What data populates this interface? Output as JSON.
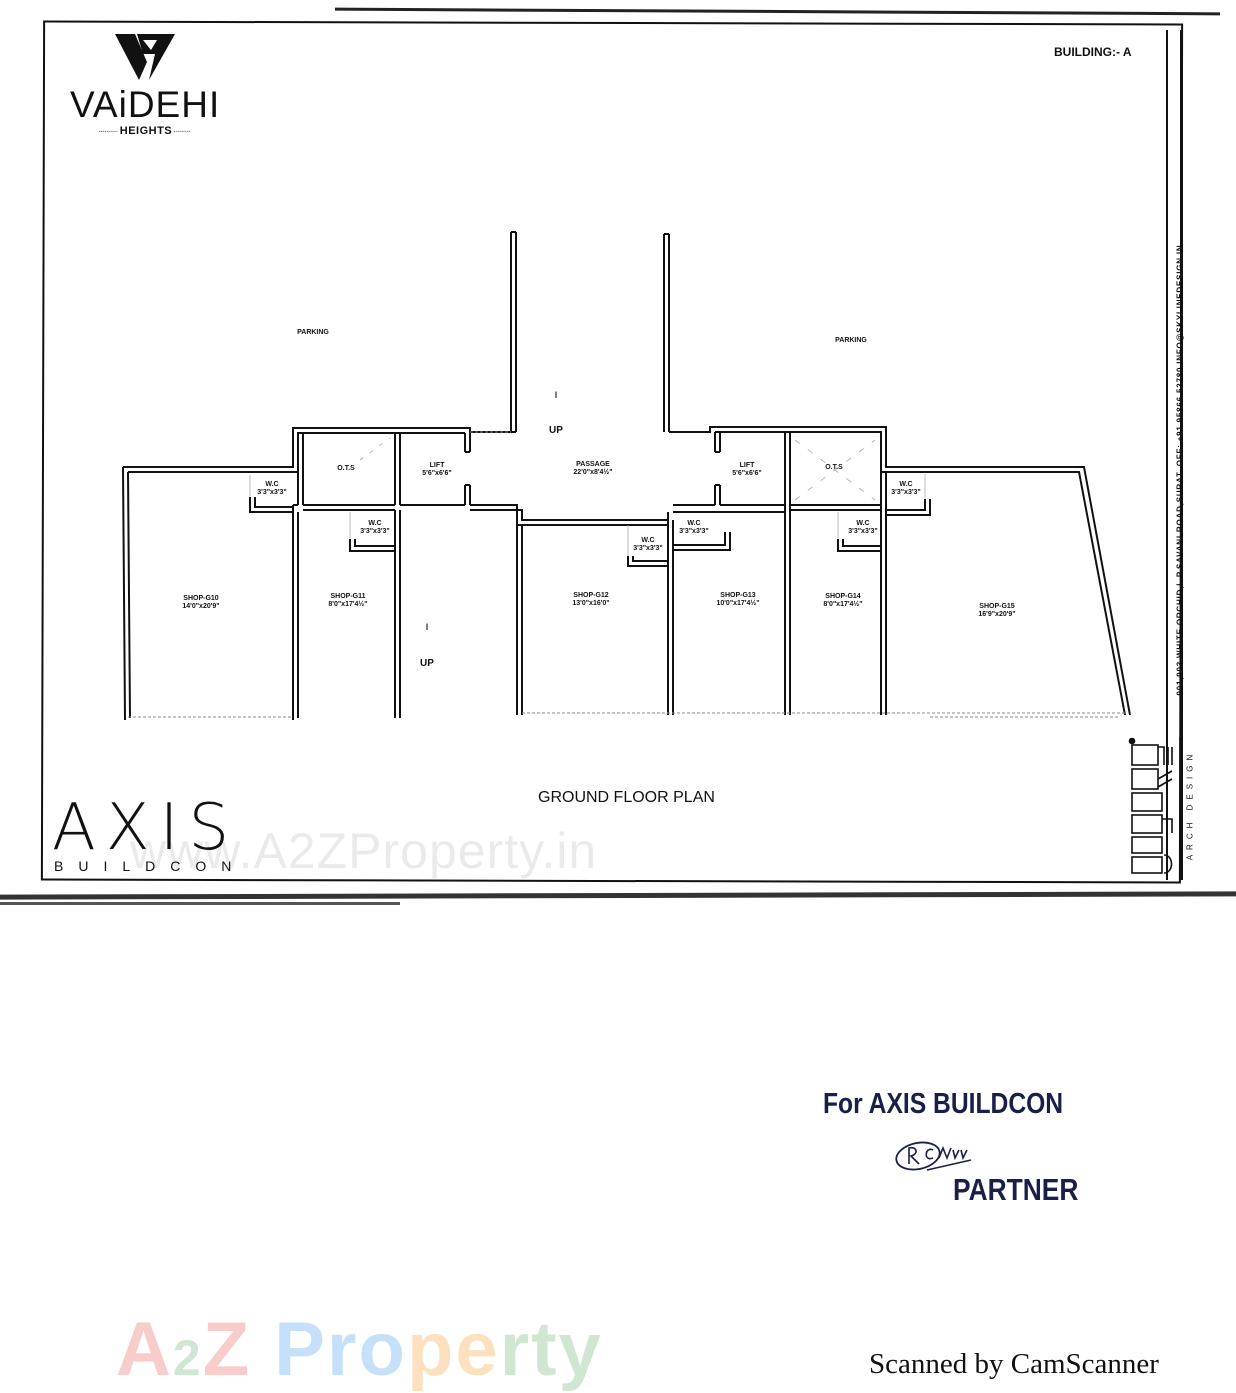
{
  "project": {
    "name": "VAiDEHI",
    "sub": "HEIGHTS",
    "building_label": "BUILDING:- A"
  },
  "plan": {
    "title": "GROUND FLOOR PLAN",
    "parking_left": "PARKING",
    "parking_right": "PARKING",
    "stair_up_top": "UP",
    "stair_up_bottom": "UP",
    "passage": {
      "name": "PASSAGE",
      "size": "22'0\"x8'4½\""
    },
    "lifts": [
      {
        "name": "LIFT",
        "size": "5'6\"x6'6\""
      },
      {
        "name": "LIFT",
        "size": "5'6\"x6'6\""
      }
    ],
    "ots": [
      {
        "name": "O.T.S"
      },
      {
        "name": "O.T.S"
      }
    ],
    "wcs": [
      {
        "name": "W.C",
        "size": "3'3\"x3'3\""
      },
      {
        "name": "W.C",
        "size": "3'3\"x3'3\""
      },
      {
        "name": "W.C",
        "size": "3'3\"x3'3\""
      },
      {
        "name": "W.C",
        "size": "3'3\"x3'3\""
      },
      {
        "name": "W.C",
        "size": "3'3\"x3'3\""
      },
      {
        "name": "W.C",
        "size": "3'3\"x3'3\""
      }
    ],
    "shops": [
      {
        "name": "SHOP-G10",
        "size": "14'0\"x20'9\""
      },
      {
        "name": "SHOP-G11",
        "size": "8'0\"x17'4½\""
      },
      {
        "name": "SHOP-G12",
        "size": "13'0\"x16'0\""
      },
      {
        "name": "SHOP-G13",
        "size": "10'0\"x17'4½\""
      },
      {
        "name": "SHOP-G14",
        "size": "8'0\"x17'4½\""
      },
      {
        "name": "SHOP-G15",
        "size": "16'9\"x20'9\""
      }
    ]
  },
  "developer": {
    "name": "AXIS",
    "sub": "BUILDCON"
  },
  "architect": {
    "address": "901,903 WHITE ORCHID,L.P.SAVANI ROAD,SURAT.  OFF: +91 95866 53780  INFO@SKYLINEDESIGN.IN",
    "tagline": "ARCH DESIGN"
  },
  "stamp": {
    "line1": "For AXIS BUILDCON",
    "signature": "RC Nu",
    "role": "PARTNER",
    "ink_color": "#1a1f4a"
  },
  "watermarks": {
    "url": "www.A2ZProperty.in",
    "brand": "A2Z Property",
    "scanner": "Scanned by CamScanner"
  }
}
